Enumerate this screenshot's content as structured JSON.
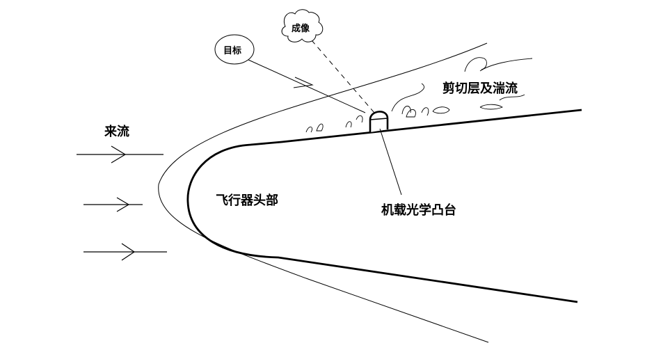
{
  "labels": {
    "incoming_flow": "来流",
    "vehicle_nose": "飞行器头部",
    "optical_turret": "机载光学凸台",
    "shear_layer": "剪切层及湍流",
    "target": "目标",
    "imaging": "成像"
  },
  "colors": {
    "line": "#000000",
    "background": "#ffffff"
  }
}
